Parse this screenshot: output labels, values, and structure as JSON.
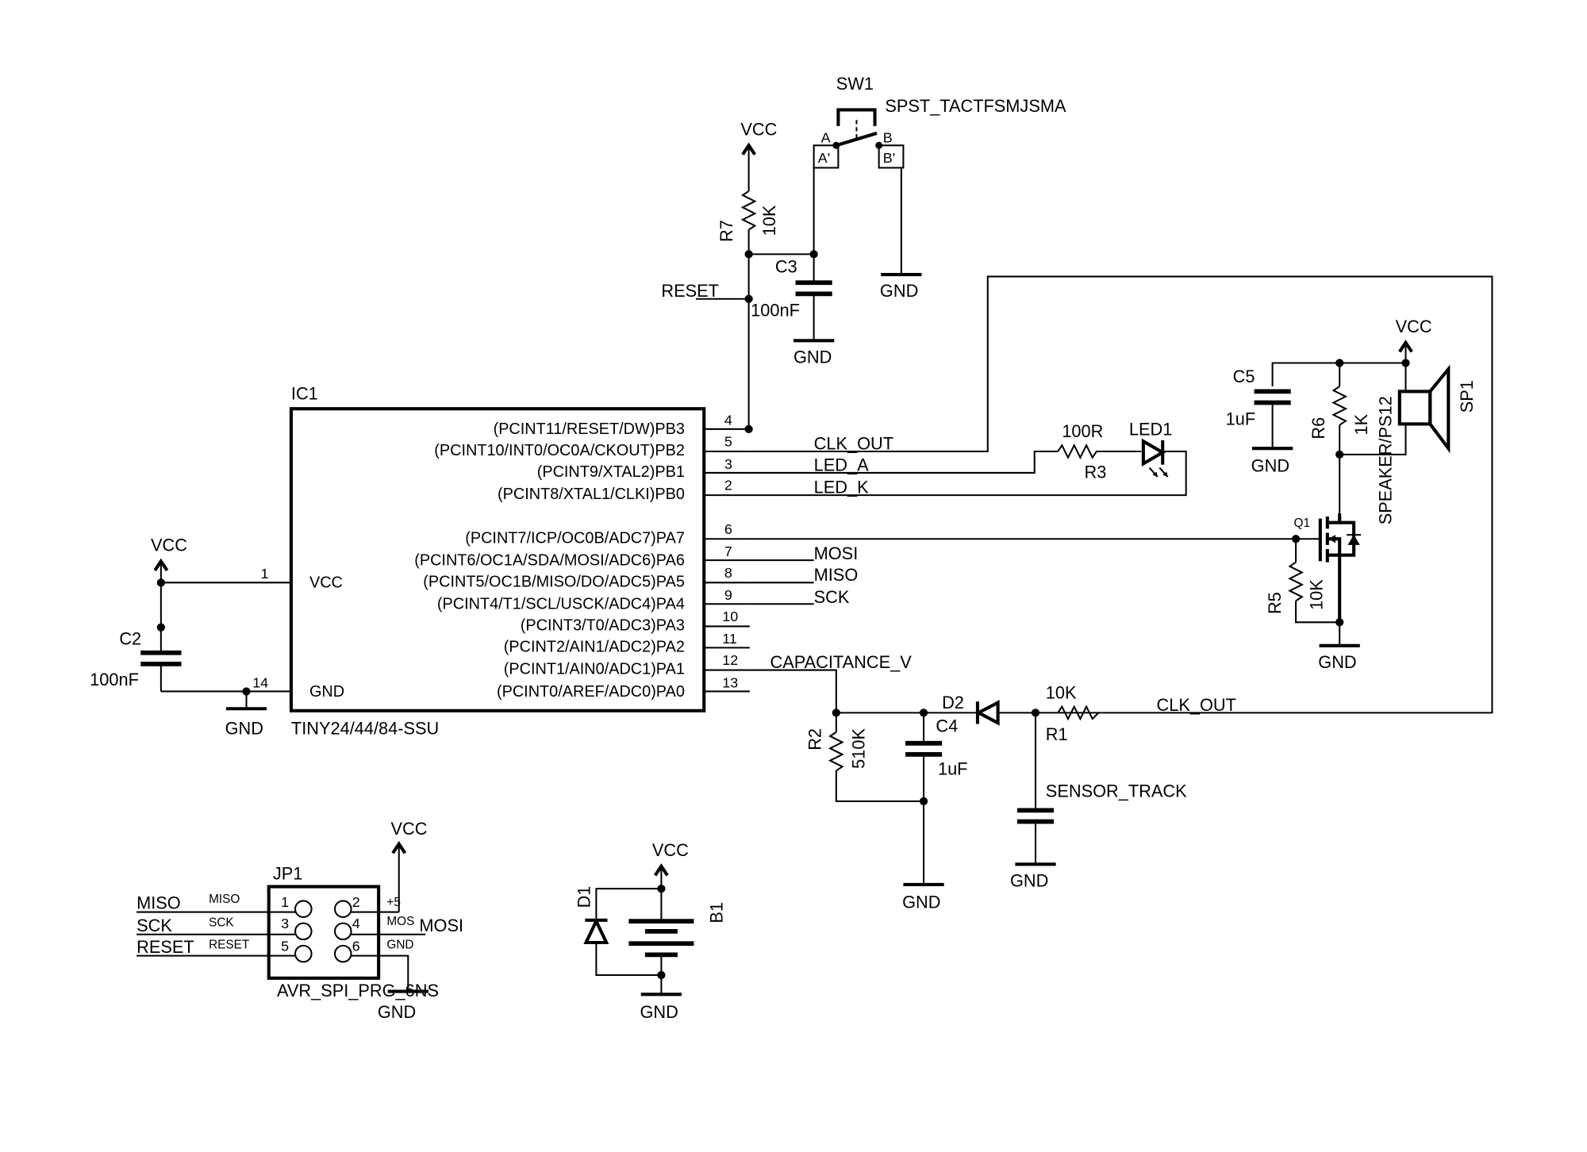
{
  "title": "ATtiny capacitive sensor schematic",
  "colors": {
    "ink": "#000000",
    "background": "#ffffff"
  },
  "ic1": {
    "ref": "IC1",
    "part": "TINY24/44/84-SSU",
    "left_pins": [
      {
        "num": "1",
        "name": "VCC"
      },
      {
        "num": "14",
        "name": "GND"
      }
    ],
    "right_pins": [
      {
        "num": "4",
        "name": "(PCINT11/RESET/DW)PB3",
        "net": ""
      },
      {
        "num": "5",
        "name": "(PCINT10/INT0/OC0A/CKOUT)PB2",
        "net": "CLK_OUT"
      },
      {
        "num": "3",
        "name": "(PCINT9/XTAL2)PB1",
        "net": "LED_A"
      },
      {
        "num": "2",
        "name": "(PCINT8/XTAL1/CLKI)PB0",
        "net": "LED_K"
      },
      {
        "num": "6",
        "name": "(PCINT7/ICP/OC0B/ADC7)PA7",
        "net": ""
      },
      {
        "num": "7",
        "name": "(PCINT6/OC1A/SDA/MOSI/ADC6)PA6",
        "net": "MOSI"
      },
      {
        "num": "8",
        "name": "(PCINT5/OC1B/MISO/DO/ADC5)PA5",
        "net": "MISO"
      },
      {
        "num": "9",
        "name": "(PCINT4/T1/SCL/USCK/ADC4)PA4",
        "net": "SCK"
      },
      {
        "num": "10",
        "name": "(PCINT3/T0/ADC3)PA3",
        "net": ""
      },
      {
        "num": "11",
        "name": "(PCINT2/AIN1/ADC2)PA2",
        "net": ""
      },
      {
        "num": "12",
        "name": "(PCINT1/AIN0/ADC1)PA1",
        "net": "CAPACITANCE_V"
      },
      {
        "num": "13",
        "name": "(PCINT0/AREF/ADC0)PA0",
        "net": ""
      }
    ]
  },
  "sw1": {
    "ref": "SW1",
    "part": "SPST_TACTFSMJSMA",
    "pin_a": "A",
    "pin_b": "B",
    "pad_a": "A'",
    "pad_b": "B'"
  },
  "r7": {
    "ref": "R7",
    "value": "10K"
  },
  "c3": {
    "ref": "C3",
    "value": "100nF"
  },
  "reset_net": "RESET",
  "c2": {
    "ref": "C2",
    "value": "100nF"
  },
  "r3": {
    "ref": "R3",
    "value": "100R"
  },
  "led1": {
    "ref": "LED1"
  },
  "c5": {
    "ref": "C5",
    "value": "1uF"
  },
  "r6": {
    "ref": "R6",
    "value": "1K"
  },
  "sp1": {
    "ref": "SP1",
    "part": "SPEAKER/PS12"
  },
  "q1": {
    "ref": "Q1"
  },
  "r5": {
    "ref": "R5",
    "value": "10K"
  },
  "r2": {
    "ref": "R2",
    "value": "510K"
  },
  "c4": {
    "ref": "C4",
    "value": "1uF"
  },
  "d2": {
    "ref": "D2"
  },
  "r1": {
    "ref": "R1",
    "value": "10K"
  },
  "sensor_net": "SENSOR_TRACK",
  "clk_out_net": "CLK_OUT",
  "jp1": {
    "ref": "JP1",
    "part": "AVR_SPI_PRG_6NS",
    "left_nets": [
      "MISO",
      "SCK",
      "RESET"
    ],
    "left_pin_labels": [
      "MISO",
      "SCK",
      "RESET"
    ],
    "left_pin_nums": [
      "1",
      "3",
      "5"
    ],
    "right_pin_nums": [
      "2",
      "4",
      "6"
    ],
    "right_pin_labels": [
      "+5",
      "MOS",
      "GND"
    ],
    "right_net": "MOSI"
  },
  "d1": {
    "ref": "D1"
  },
  "b1": {
    "ref": "B1"
  },
  "power": {
    "vcc": "VCC",
    "gnd": "GND"
  }
}
